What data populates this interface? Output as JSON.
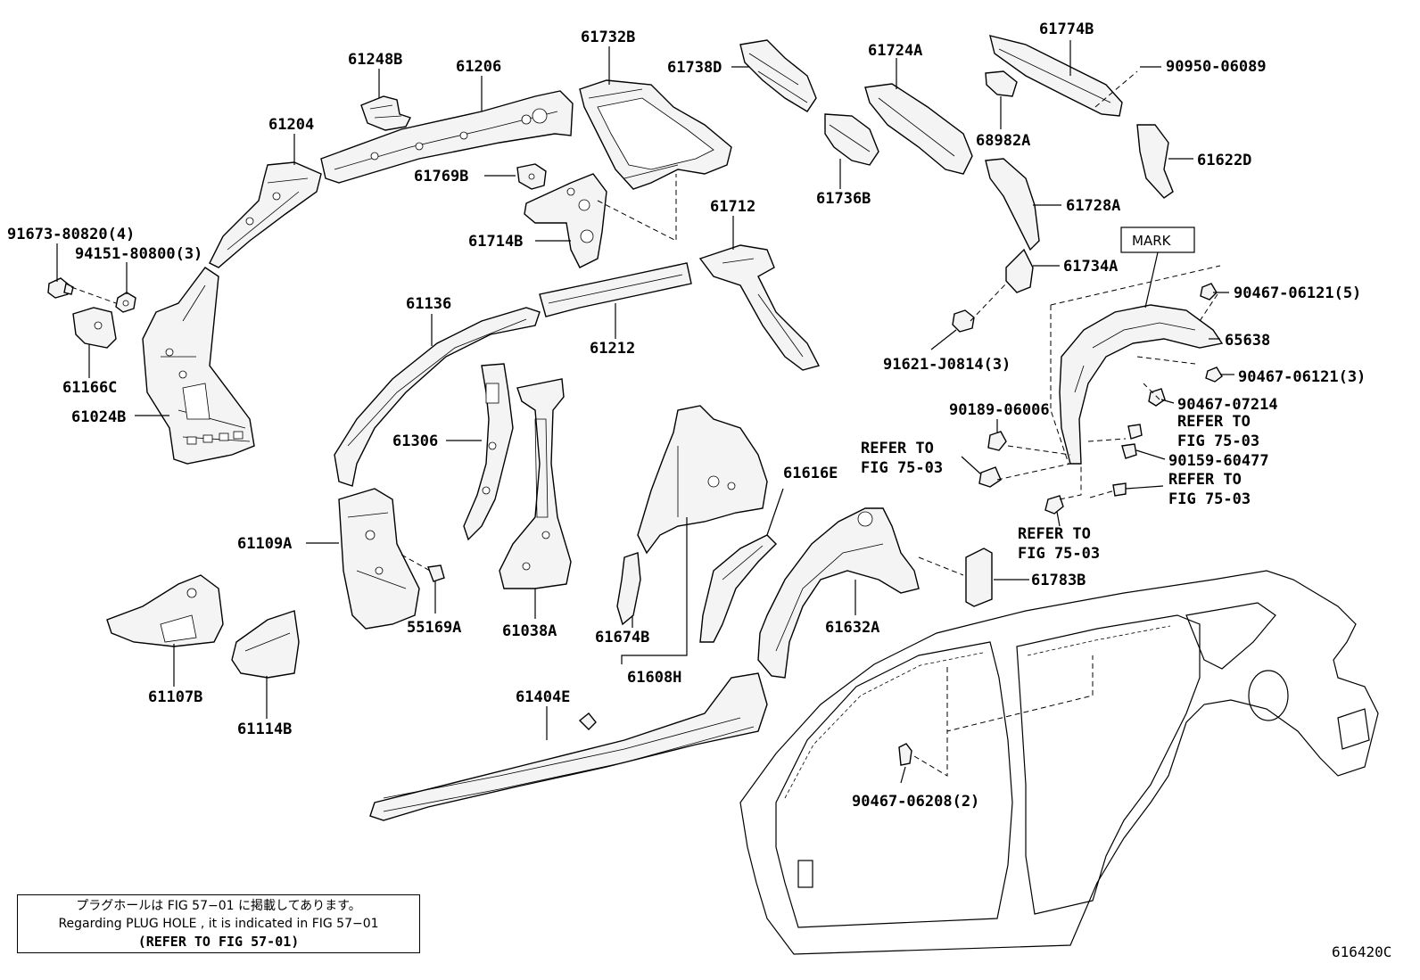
{
  "diagram": {
    "labels": {
      "p61248B": "61248B",
      "p61206": "61206",
      "p61204": "61204",
      "p61732B": "61732B",
      "p61738D": "61738D",
      "p61724A": "61724A",
      "p61774B": "61774B",
      "p90950_06089": "90950-06089",
      "p68982A": "68982A",
      "p61622D": "61622D",
      "p61769B": "61769B",
      "p61736B": "61736B",
      "p61728A": "61728A",
      "p61714B": "61714B",
      "p61712": "61712",
      "p91673": "91673-80820(4)",
      "p94151": "94151-80800(3)",
      "p61734A": "61734A",
      "mark": "MARK",
      "p61136": "61136",
      "p90467_06121_5": "90467-06121(5)",
      "p61212": "61212",
      "p65638": "65638",
      "p91621": "91621-J0814(3)",
      "p90467_06121_3": "90467-06121(3)",
      "p61166C": "61166C",
      "p90467_07214": "90467-07214",
      "p61024B": "61024B",
      "p90189": "90189-06006",
      "refer1a": "REFER TO",
      "refer1b": "FIG 75-03",
      "p61306": "61306",
      "refer2a": "REFER TO",
      "refer2b": "FIG 75-03",
      "p90159": "90159-60477",
      "p61616E": "61616E",
      "refer3a": "REFER TO",
      "refer3b": "FIG 75-03",
      "p61109A": "61109A",
      "refer4a": "REFER TO",
      "refer4b": "FIG 75-03",
      "p61783B": "61783B",
      "p55169A": "55169A",
      "p61038A": "61038A",
      "p61632A": "61632A",
      "p61674B": "61674B",
      "p61608H": "61608H",
      "p61107B": "61107B",
      "p61404E": "61404E",
      "p61114B": "61114B",
      "p90467_06208": "90467-06208(2)"
    }
  },
  "note": {
    "line1": "プラグホールは FIG 57−01 に掲載してあります。",
    "line2": "Regarding  PLUG HOLE , it is indicated in FIG 57−01",
    "line3": "(REFER TO FIG 57-01)"
  },
  "figure_code": "616420C"
}
